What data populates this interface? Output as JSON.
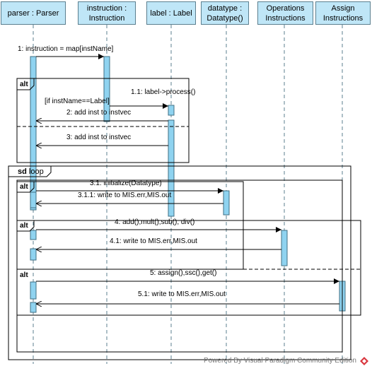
{
  "lifelines": [
    {
      "id": "parser",
      "label": "parser : Parser"
    },
    {
      "id": "instruction",
      "label": "instruction : Instruction"
    },
    {
      "id": "label",
      "label": "label : Label"
    },
    {
      "id": "datatype",
      "label": "datatype : Datatype()"
    },
    {
      "id": "ops",
      "label": "Operations Instructions"
    },
    {
      "id": "assign",
      "label": "Assign Instructions"
    }
  ],
  "messages": [
    {
      "id": "m1",
      "text": "1: instruction = map[instName]"
    },
    {
      "id": "m11",
      "text": "1.1: label->process()"
    },
    {
      "id": "m2",
      "text": "2: add inst to instvec"
    },
    {
      "id": "m3",
      "text": "3: add inst to instvec"
    },
    {
      "id": "m31",
      "text": "3.1: initialize(Datatype)"
    },
    {
      "id": "m311",
      "text": "3.1.1: write to MIS.err,MIS.out"
    },
    {
      "id": "m4",
      "text": "4: add(),mult(),sub(), div()"
    },
    {
      "id": "m41",
      "text": "4.1: write to MIS.err,MIS.out"
    },
    {
      "id": "m5",
      "text": "5: assign(),ssc(),get()"
    },
    {
      "id": "m51",
      "text": "5.1: write to MIS.err,MIS.out"
    }
  ],
  "fragments": {
    "alt_label": "alt",
    "sd_label": "sd",
    "loop_label": "loop",
    "guard": "[if instName==Label]"
  },
  "footer": {
    "prefix": "Powered By",
    "text": "Visual Paradigm Community Edition"
  },
  "colors": {
    "head_fill": "#bfe6f7",
    "activation_fill": "#8fd3f0",
    "line": "#000000"
  }
}
